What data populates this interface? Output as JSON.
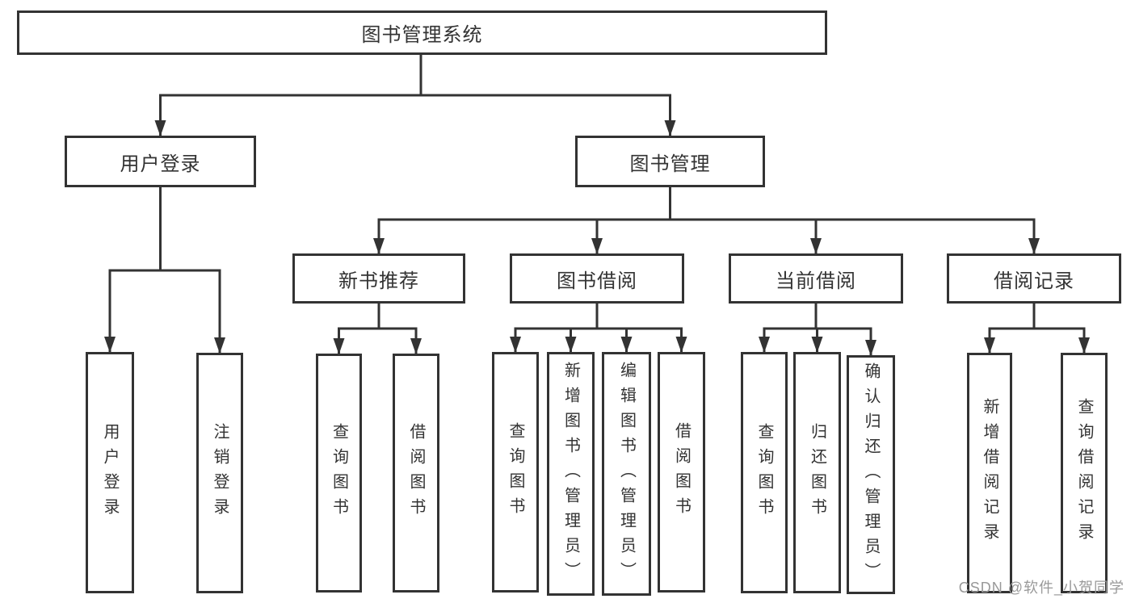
{
  "diagram": {
    "root": {
      "label": "图书管理系统"
    },
    "level2": [
      {
        "label": "用户登录"
      },
      {
        "label": "图书管理"
      }
    ],
    "level3": [
      {
        "label": "新书推荐"
      },
      {
        "label": "图书借阅"
      },
      {
        "label": "当前借阅"
      },
      {
        "label": "借阅记录"
      }
    ],
    "leaves": {
      "login": [
        "用户登录",
        "注销登录"
      ],
      "new_books": [
        "查询图书",
        "借阅图书"
      ],
      "borrow": [
        "查询图书",
        "新增图书（管理员）",
        "编辑图书（管理员）",
        "借阅图书"
      ],
      "current": [
        "查询图书",
        "归还图书",
        "确认归还（管理员）"
      ],
      "records": [
        "新增借阅记录",
        "查询借阅记录"
      ]
    }
  },
  "colors": {
    "line": "#333333",
    "box_background": "#ffffff",
    "text": "#333333",
    "watermark": "#999999"
  },
  "watermark": "CSDN @软件_小贺同学"
}
